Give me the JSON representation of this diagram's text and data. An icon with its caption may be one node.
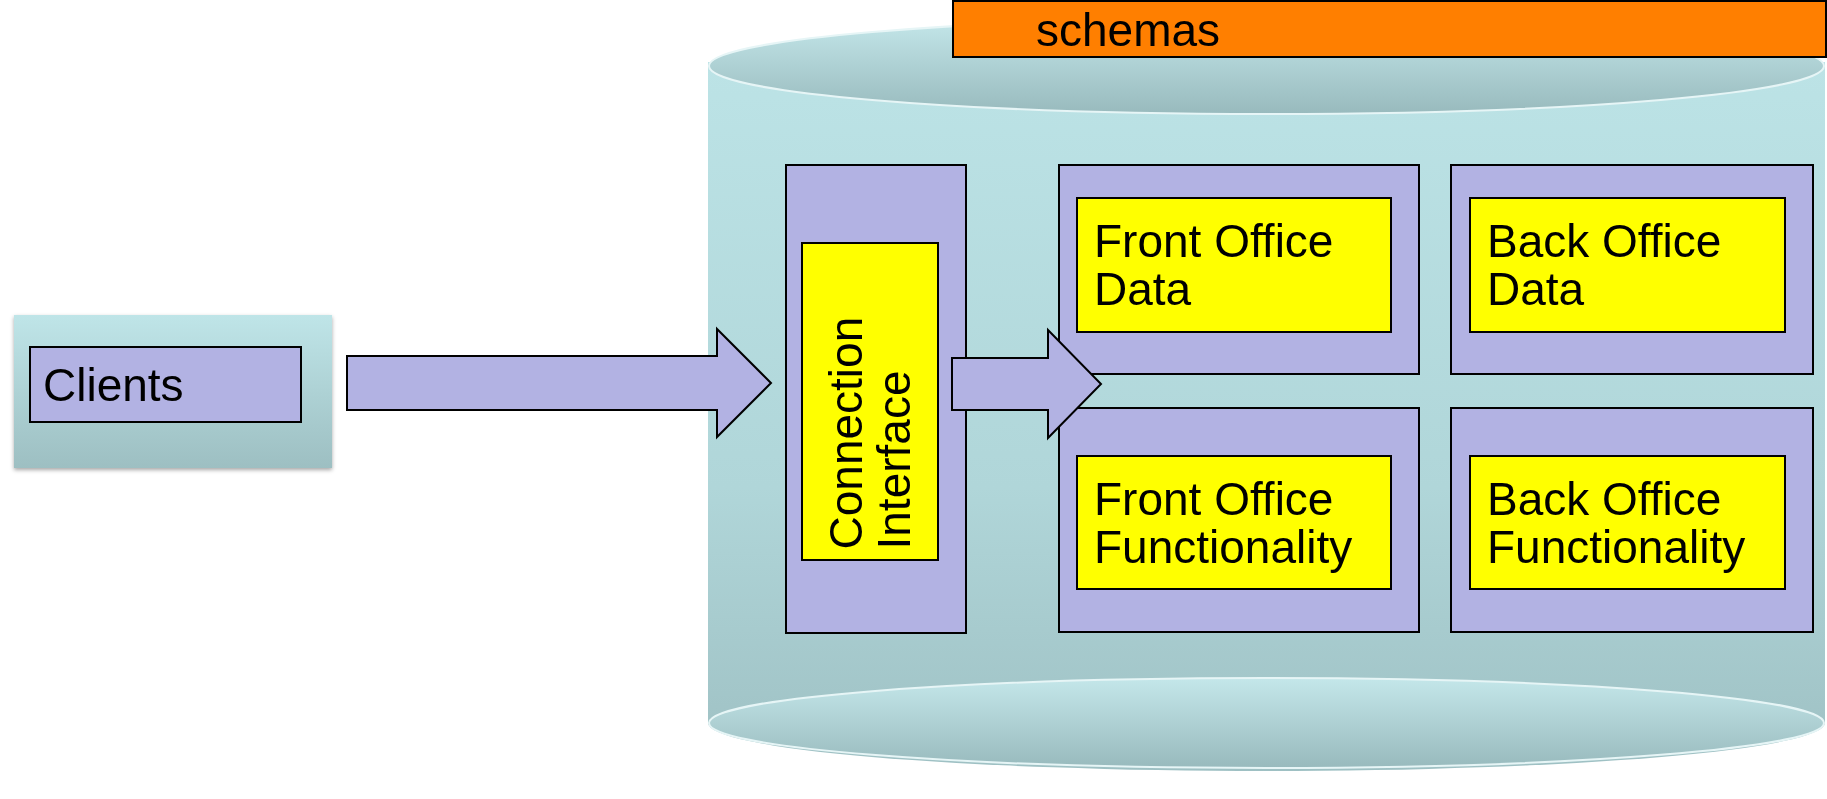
{
  "diagram": {
    "nodes": [
      {
        "text": [],
        "shape": "box"
      },
      {
        "text": [
          "Clients"
        ],
        "in": 0
      },
      {
        "text": [],
        "shape": "cylinder"
      },
      {
        "text": [
          "schemas"
        ]
      },
      {
        "text": [],
        "shape": "box",
        "in": 2
      },
      {
        "text": [
          "Connection Interface"
        ],
        "in": 4
      },
      {
        "text": [],
        "shape": "box",
        "in": 2
      },
      {
        "text": [
          "Front Office Data"
        ],
        "in": 6
      },
      {
        "text": [],
        "shape": "box",
        "in": 2
      },
      {
        "text": [
          "Back Office Data"
        ],
        "in": 8
      },
      {
        "text": [],
        "shape": "box",
        "in": 2
      },
      {
        "text": [
          "Front Office Functionality"
        ],
        "in": 10
      },
      {
        "text": [],
        "shape": "box",
        "in": 2
      },
      {
        "text": [
          "Back Office Functionality"
        ],
        "in": 12
      }
    ],
    "edges": [
      {
        "from": 0,
        "to": 4,
        "arrow": "to"
      },
      {
        "from": 4,
        "to": 6,
        "arrow": "to"
      }
    ]
  }
}
